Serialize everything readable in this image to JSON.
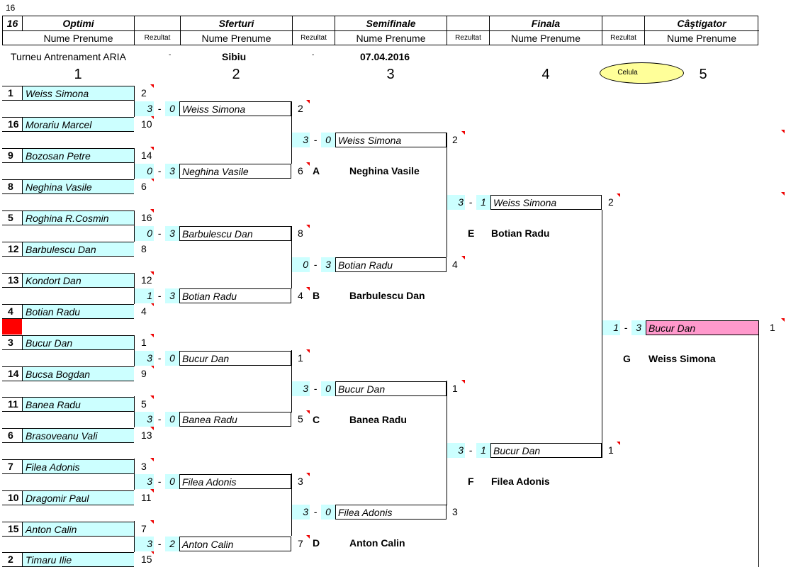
{
  "top_count": "16",
  "header": {
    "count": "16",
    "rounds": [
      "Optimi",
      "Sferturi",
      "Semifinale",
      "Finala",
      "Câştigator"
    ],
    "subheader_name": "Nume Prenume",
    "subheader_result": "Rezultat"
  },
  "info": {
    "tournament": "Turneu Antrenament ARIA",
    "sep1": "-",
    "city": "Sibiu",
    "sep2": "-",
    "date": "07.04.2016"
  },
  "column_numbers": [
    "1",
    "2",
    "3",
    "4",
    "5"
  ],
  "legend_label": "Celula",
  "colors": {
    "light_cyan": "#ccffff",
    "pink": "#ff99cc",
    "red": "#ff0000",
    "yellow": "#ffff99"
  },
  "round1": [
    {
      "seed": "1",
      "name": "Weiss Simona",
      "rank": "2"
    },
    {
      "seed": "16",
      "name": "Morariu Marcel",
      "rank": "10"
    },
    {
      "seed": "9",
      "name": "Bozosan Petre",
      "rank": "14"
    },
    {
      "seed": "8",
      "name": "Neghina Vasile",
      "rank": "6"
    },
    {
      "seed": "5",
      "name": "Roghina R.Cosmin",
      "rank": "16"
    },
    {
      "seed": "12",
      "name": "Barbulescu Dan",
      "rank": "8"
    },
    {
      "seed": "13",
      "name": "Kondort Dan",
      "rank": "12"
    },
    {
      "seed": "4",
      "name": "Botian Radu",
      "rank": "4"
    },
    {
      "seed": "3",
      "name": "Bucur Dan",
      "rank": "1"
    },
    {
      "seed": "14",
      "name": "Bucsa Bogdan",
      "rank": "9"
    },
    {
      "seed": "11",
      "name": "Banea Radu",
      "rank": "5"
    },
    {
      "seed": "6",
      "name": "Brasoveanu Vali",
      "rank": "13"
    },
    {
      "seed": "7",
      "name": "Filea Adonis",
      "rank": "3"
    },
    {
      "seed": "10",
      "name": "Dragomir Paul",
      "rank": "11"
    },
    {
      "seed": "15",
      "name": "Anton Calin",
      "rank": "7"
    },
    {
      "seed": "2",
      "name": "Timaru Ilie",
      "rank": "15"
    }
  ],
  "quarterfinals": [
    {
      "s1": "3",
      "dash": "-",
      "s2": "0",
      "winner": "Weiss Simona",
      "rank": "2"
    },
    {
      "s1": "0",
      "dash": "-",
      "s2": "3",
      "winner": "Neghina Vasile",
      "rank": "6"
    },
    {
      "s1": "0",
      "dash": "-",
      "s2": "3",
      "winner": "Barbulescu Dan",
      "rank": "8"
    },
    {
      "s1": "1",
      "dash": "-",
      "s2": "3",
      "winner": "Botian Radu",
      "rank": "4"
    },
    {
      "s1": "3",
      "dash": "-",
      "s2": "0",
      "winner": "Bucur Dan",
      "rank": "1"
    },
    {
      "s1": "3",
      "dash": "-",
      "s2": "0",
      "winner": "Banea Radu",
      "rank": "5"
    },
    {
      "s1": "3",
      "dash": "-",
      "s2": "0",
      "winner": "Filea Adonis",
      "rank": "3"
    },
    {
      "s1": "3",
      "dash": "-",
      "s2": "2",
      "winner": "Anton Calin",
      "rank": "7"
    }
  ],
  "semifinals": [
    {
      "s1": "3",
      "dash": "-",
      "s2": "0",
      "winner": "Weiss Simona",
      "rank": "2",
      "letter": "A",
      "loser": "Neghina Vasile"
    },
    {
      "s1": "0",
      "dash": "-",
      "s2": "3",
      "winner": "Botian Radu",
      "rank": "4",
      "letter": "B",
      "loser": "Barbulescu Dan"
    },
    {
      "s1": "3",
      "dash": "-",
      "s2": "0",
      "winner": "Bucur Dan",
      "rank": "1",
      "letter": "C",
      "loser": "Banea Radu"
    },
    {
      "s1": "3",
      "dash": "-",
      "s2": "0",
      "winner": "Filea Adonis",
      "rank": "3",
      "letter": "D",
      "loser": "Anton Calin"
    }
  ],
  "finals": [
    {
      "s1": "3",
      "dash": "-",
      "s2": "1",
      "winner": "Weiss Simona",
      "rank": "2",
      "letter": "E",
      "loser": "Botian Radu"
    },
    {
      "s1": "3",
      "dash": "-",
      "s2": "1",
      "winner": "Bucur Dan",
      "rank": "1",
      "letter": "F",
      "loser": "Filea Adonis"
    }
  ],
  "champion": {
    "s1": "1",
    "dash": "-",
    "s2": "3",
    "winner": "Bucur Dan",
    "rank": "1",
    "letter": "G",
    "loser": "Weiss Simona"
  }
}
